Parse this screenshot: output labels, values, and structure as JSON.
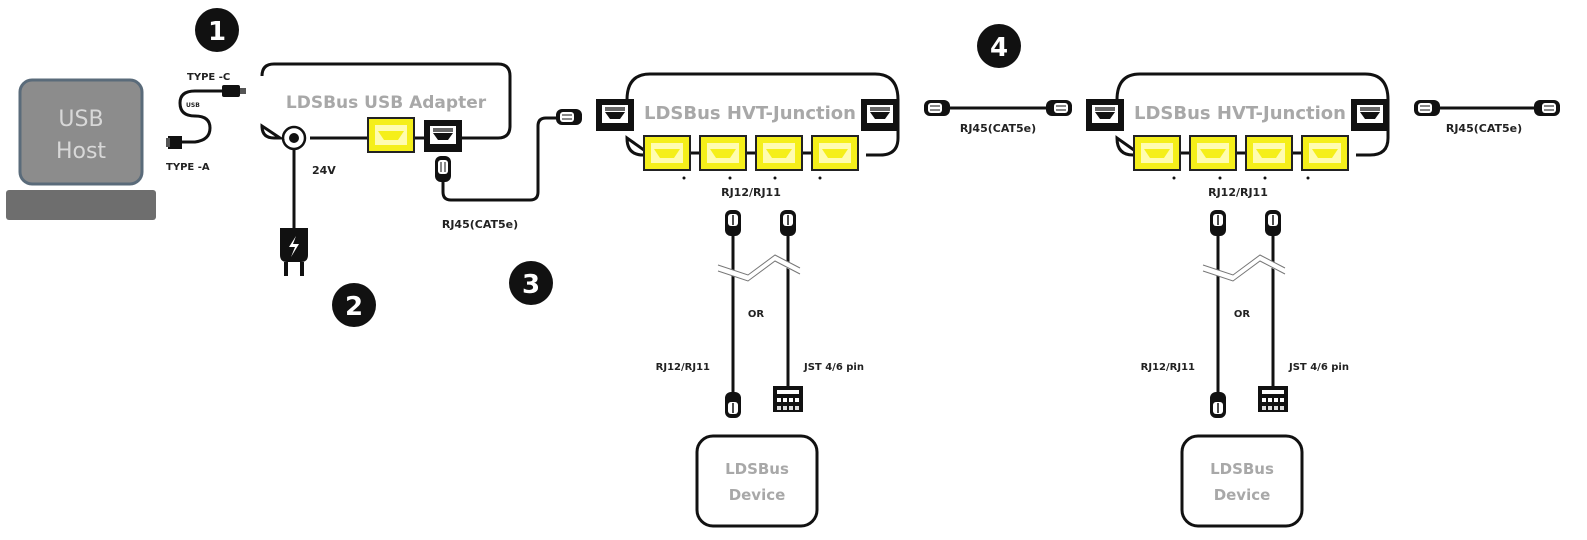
{
  "colors": {
    "port_yellow": "#f5ef1a",
    "port_yellow_inner": "#ffffa0",
    "host_screen": "#8c8c8c",
    "host_border": "#5a6b7a",
    "host_base": "#6e6e6e",
    "outline": "#111111",
    "title_gray": "#a8a8a8"
  },
  "steps": [
    "1",
    "2",
    "3",
    "4"
  ],
  "usb_host": {
    "line1": "USB",
    "line2": "Host"
  },
  "usb_cable": {
    "type_c": "TYPE -C",
    "type_a": "TYPE -A",
    "usb": "USB"
  },
  "adapter": {
    "title": "LDSBus USB  Adapter",
    "power_label": "24V"
  },
  "cable_3": {
    "label": "RJ45(CAT5e)"
  },
  "cable_4": {
    "label": "RJ45(CAT5e)"
  },
  "cable_end": {
    "label": "RJ45(CAT5e)"
  },
  "junctions": [
    {
      "title": "LDSBus HVT-Junction",
      "ports_label": "RJ12/RJ11",
      "or_label": "OR",
      "left_cable_label": "RJ12/RJ11",
      "right_cable_label": "JST 4/6 pin",
      "device": {
        "line1": "LDSBus",
        "line2": "Device"
      }
    },
    {
      "title": "LDSBus HVT-Junction",
      "ports_label": "RJ12/RJ11",
      "or_label": "OR",
      "left_cable_label": "RJ12/RJ11",
      "right_cable_label": "JST 4/6 pin",
      "device": {
        "line1": "LDSBus",
        "line2": "Device"
      }
    }
  ]
}
